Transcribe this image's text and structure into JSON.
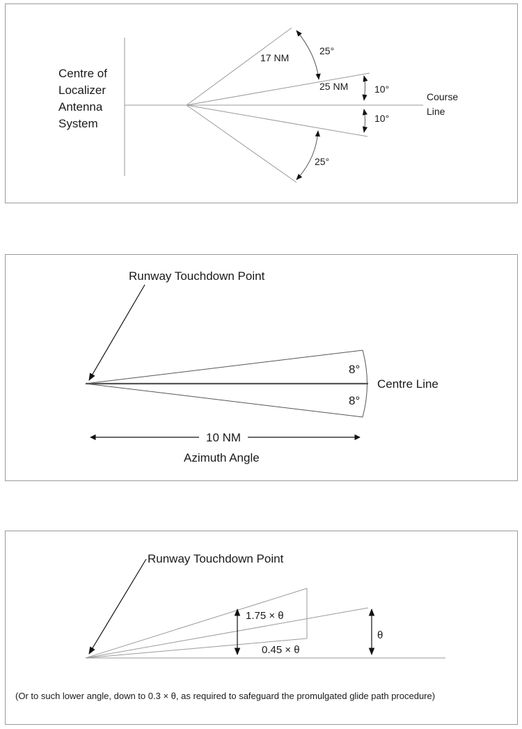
{
  "localizer": {
    "origin_label": [
      "Centre of",
      "Localizer",
      "Antenna",
      "System"
    ],
    "range_17": "17 NM",
    "range_25": "25 NM",
    "angle_upper_outer": "25°",
    "angle_upper_inner": "10°",
    "angle_lower_inner": "10°",
    "angle_lower_outer": "25°",
    "course_line": [
      "Course",
      "Line"
    ]
  },
  "azimuth": {
    "touchdown_label": "Runway Touchdown Point",
    "angle_upper": "8°",
    "angle_lower": "8°",
    "centre_line": "Centre Line",
    "range": "10 NM",
    "caption": "Azimuth Angle"
  },
  "elevation": {
    "touchdown_label": "Runway Touchdown Point",
    "upper_factor": "1.75 × θ",
    "lower_factor": "0.45 × θ",
    "theta": "θ",
    "footnote": "(Or to such lower angle, down to 0.3 × θ, as required to safeguard the promulgated glide path procedure)"
  }
}
